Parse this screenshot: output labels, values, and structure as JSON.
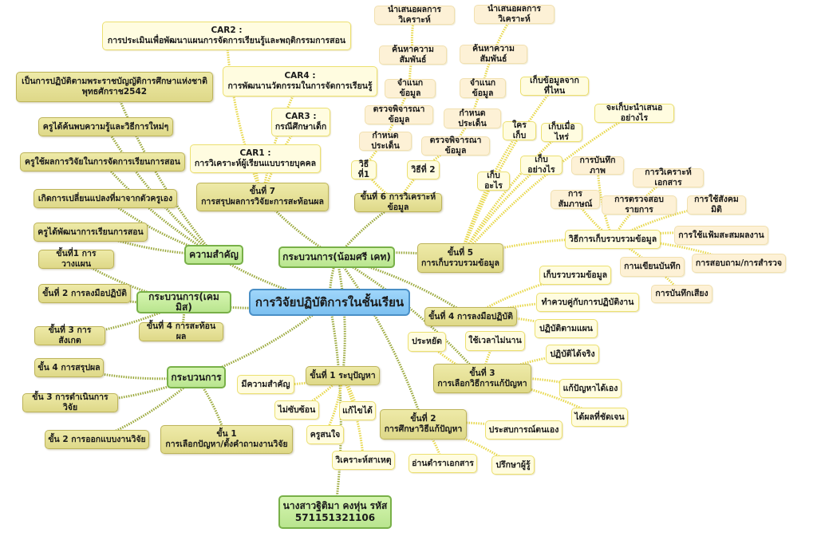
{
  "colors": {
    "center": "#8fcdf5",
    "branch": "#c5ec9c",
    "step": "#e6e29a",
    "leaf": "#fffce0",
    "leaf_alt": "#fdf1d6",
    "edge_main": "#9aa83a",
    "edge_leaf": "#e8d84a"
  },
  "nodes": {
    "center": "การวิจัยปฏิบัติการในชั้นเรียน",
    "importance": "ความสำคัญ",
    "process_nomsri": "กระบวนการ(น้อมศรี เคท)",
    "process_kemmis": "กระบวนการ(เคมมิส)",
    "process": "กระบวนการ",
    "author": "นางสาวฐิติมา คงหุ่น รหัส\n571151321106",
    "imp1": "เป็นการปฏิบัติตามพระราชบัญญัติการศึกษาแห่งชาติ\nพุทธศักราช2542",
    "imp2": "ครูได้ค้นพบความรู้และวิธีการใหม่ๆ",
    "imp3": "ครูใช้ผลการวิจัยในการจัดการเรียนการสอน",
    "imp4": "เกิดการเปลี่ยนแปลงที่มาจากตัวครูเอง",
    "imp5": "ครูได้พัฒนาการเรียนการสอน",
    "k1": "ขั้นที่1 การวางแผน",
    "k2": "ขั้นที่ 2 การลงมือปฏิบัติ",
    "k3": "ขั้นที่ 3 การสังเกต",
    "k4": "ขั้นที่ 4 การสะท้อนผล",
    "p4": "ขั้น 4 การสรุปผล",
    "p3": "ขั้น 3 การดำเนินการวิจัย",
    "p2": "ขั้น 2 การออกแบบงานวิจัย",
    "p1": "ขั้น 1\nการเลือกปัญหา/ตั้งคำถามงานวิจัย",
    "car2": "CAR2 :\nการประเมินเพื่อพัฒนาแผนการจัดการเรียนรู้และพฤติกรรมการสอน",
    "car4": "CAR4 :\nการพัฒนานวัตกรรมในการจัดการเรียนรู้",
    "car3": "CAR3 :\nกรณีศึกษาเด็ก",
    "car1": "CAR1 :\nการวิเคราะห์ผู้เรียนแบบรายบุคคล",
    "s7": "ขั้นที่ 7\nการสรุปผลการวิจัยะการสะท้อนผล",
    "s6": "ขั้นที่ 6 การวิเคราะห์ข้อมูล",
    "s5": "ขั้นที่ 5\nการเก็บรวบรวมข้อมูล",
    "s4": "ขั้นที่ 4 การลงมือปฏิบัติ",
    "s3": "ขั้นที่ 3\nการเลือกวิธีการแก้ปัญหา",
    "s2": "ขั้นที่ 2\nการศึกษาวิธีแก้ปัญหา",
    "s1": "ขั้นที่ 1 ระบุปัญหา",
    "s1a": "มีความสำคัญ",
    "s1b": "ไม่ซับซ้อน",
    "s1c": "แก้ไขได้",
    "s1d": "ครูสนใจ",
    "s1e": "วิเคราะห์สาเหตุ",
    "s2a": "อ่านตำราเอกสาร",
    "s2b": "ปรึกษาผู้รู้",
    "s2c": "ประสบการณ์ตนเอง",
    "s3a": "ได้ผลที่ชัดเจน",
    "s3b": "แก้ปัญหาได้เอง",
    "s3c": "ปฏิบัติได้จริง",
    "s3d": "ประหยัด",
    "s3e": "ใช้เวลาไม่นาน",
    "s4a": "ปฏิบัติตามแผน",
    "s4b": "ทำควบคู่กับการปฏิบัติงาน",
    "s4c": "เก็บรวบรวมข้อมูล",
    "s5m": "วิธีการเก็บรวบรวมข้อมูล",
    "s5a": "เก็บข้อมูลจากที่ไหน",
    "s5b": "จะเก็บะนำเสนออย่างไร",
    "s5c": "เก็บเมื่อไหร่",
    "s5d": "เก็บอย่างไร",
    "s5e": "เก็บอะไร",
    "s5f": "ใครเก็บ",
    "m1": "การบันทึกภาพ",
    "m2": "การสัมภาษณ์",
    "m3": "การวิเคราะห์เอกสาร",
    "m4": "การตรวจสอบรายการ",
    "m5": "การใช้สังคมมิติ",
    "m6": "การใช้แฟ้มสะสมผลงาน",
    "m7": "การสอบถาม/การสำรวจ",
    "m8": "กานเขียนบันทึก",
    "m9": "การบันทึกเสียง",
    "w1": "วิธีที่1",
    "w2": "วิธีที่ 2",
    "w1a": "กำหนดประเด็น",
    "w1b": "ตรวจพิจารณาข้อมูล",
    "w1c": "จำแนกข้อมูล",
    "w1d": "ค้นหาความสัมพันธ์",
    "w1e": "นำเสนอผลการวิเคราะห์",
    "w2a": "ตรวจพิจารณาข้อมูล",
    "w2b": "กำหนดประเด็น",
    "w2c": "จำแนกข้อมูล",
    "w2d": "ค้นหาความสัมพันธ์",
    "w2e": "นำเสนอผลการวิเคราะห์"
  }
}
